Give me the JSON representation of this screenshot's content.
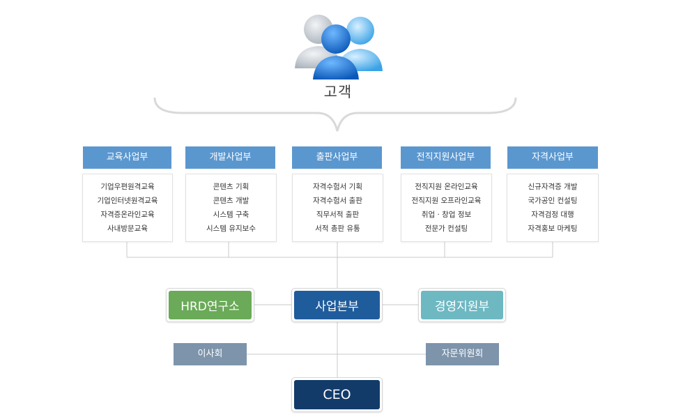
{
  "customer": {
    "label": "고객"
  },
  "colors": {
    "division_header": "#5b97cf",
    "headquarters": "#1f5c9c",
    "hrd": "#6aaa58",
    "management": "#6eb8c2",
    "ceo": "#123b6a",
    "tag": "#7d94ab",
    "line": "#c8c8c8"
  },
  "divisions": [
    {
      "title": "교육사업부",
      "items": [
        "기업우편원격교육",
        "기업인터넷원격교육",
        "자격증온라인교육",
        "사내방문교육"
      ]
    },
    {
      "title": "개발사업부",
      "items": [
        "콘텐츠 기획",
        "콘텐츠 개발",
        "시스템 구축",
        "시스템 유지보수"
      ]
    },
    {
      "title": "출판사업부",
      "items": [
        "자격수험서 기획",
        "자격수험서 출판",
        "직무서적 출판",
        "서적 총판 유통"
      ]
    },
    {
      "title": "전직지원사업부",
      "items": [
        "전직지원 온라인교육",
        "전직지원 오프라인교육",
        "취업 · 창업 정보",
        "전문가 컨설팅"
      ]
    },
    {
      "title": "자격사업부",
      "items": [
        "신규자격증 개발",
        "국가공인 컨설팅",
        "자격검정 대행",
        "자격홍보 마케팅"
      ]
    }
  ],
  "hrd": {
    "label": "HRD연구소"
  },
  "headquarters": {
    "label": "사업본부"
  },
  "management": {
    "label": "경영지원부"
  },
  "board": {
    "label": "이사회"
  },
  "advisory": {
    "label": "자문위원회"
  },
  "ceo": {
    "label": "CEO"
  }
}
